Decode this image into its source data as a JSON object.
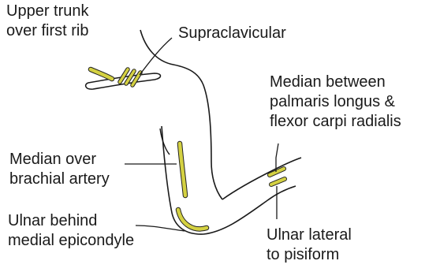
{
  "diagram": {
    "colors": {
      "outline": "#1a1a1a",
      "stim_fill": "#d4d142",
      "stim_stroke": "#222222",
      "text": "#1a1a1a",
      "background": "#ffffff"
    },
    "labels": {
      "upper_trunk": [
        "Upper trunk",
        "over first rib"
      ],
      "supraclavicular": [
        "Supraclavicular"
      ],
      "median_wrist": [
        "Median between",
        "palmaris longus &",
        "flexor carpi radialis"
      ],
      "median_arm": [
        "Median over",
        "brachial artery"
      ],
      "ulnar_elbow": [
        "Ulnar behind",
        "medial epicondyle"
      ],
      "ulnar_wrist": [
        "Ulnar lateral",
        "to pisiform"
      ]
    }
  }
}
